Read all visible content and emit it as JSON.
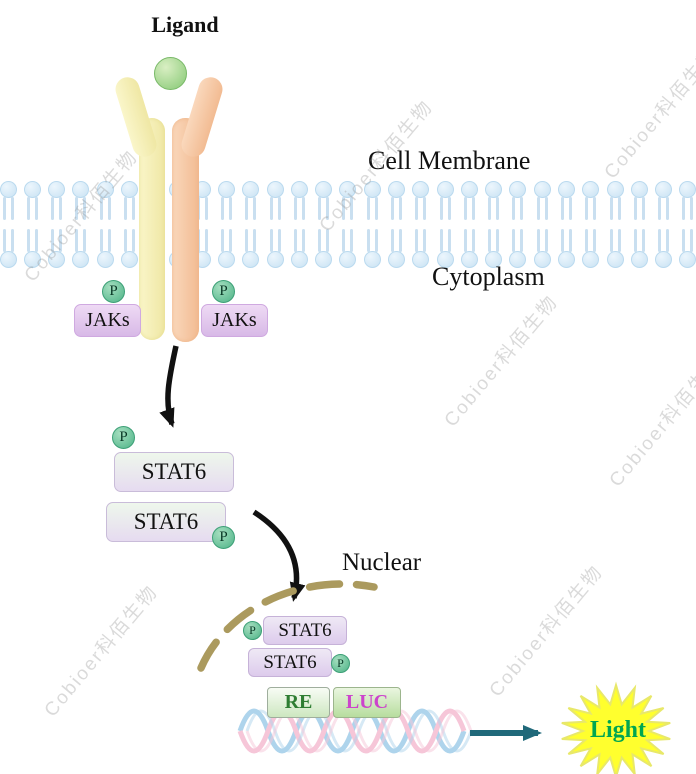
{
  "title": "JAK-STAT6 signaling pathway reporter diagram",
  "watermark": {
    "text": "Cobioer科佰生物"
  },
  "labels": {
    "ligand": "Ligand",
    "cell_membrane": "Cell Membrane",
    "cytoplasm": "Cytoplasm",
    "nuclear": "Nuclear",
    "light": "Light",
    "phospho": "P",
    "jaks": "JAKs",
    "stat6": "STAT6",
    "re": "RE",
    "luc": "LUC"
  },
  "colors": {
    "ligand_green": "#86c874",
    "receptor_left_yellow": "#f4efb8",
    "receptor_right_peach": "#f6c9a7",
    "membrane_blue": "#cde3f2",
    "jak_purple": "#ddc2ea",
    "phospho_green": "#4db387",
    "stat6_gradient_top": "#eef7ec",
    "stat6_gradient_bottom": "#e6dbf0",
    "nuclear_envelope_tan": "#ab9a5e",
    "re_text_green": "#2e7d32",
    "luc_text_magenta": "#cc44cc",
    "dna_blue": "#aed4ec",
    "dna_pink": "#f6c6d8",
    "light_arrow_teal": "#20697a",
    "star_yellow": "#ffff2e",
    "light_text_green": "#00a651",
    "arrow_black": "#111111"
  }
}
